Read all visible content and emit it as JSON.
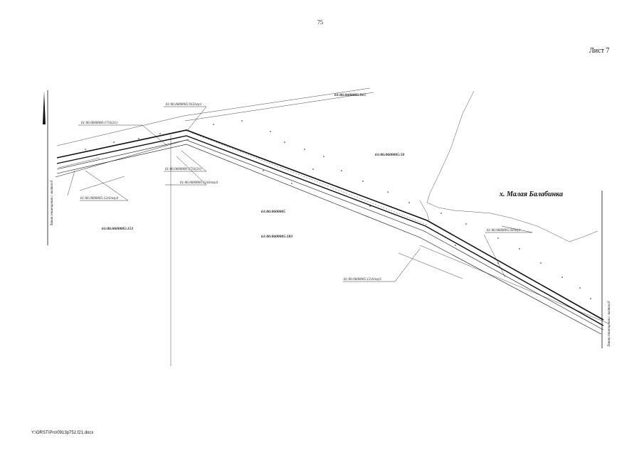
{
  "page_number": "75",
  "sheet_label": "Лист 7",
  "file_path": "Y:\\ORST\\Pro\\0913p752.f21.docx",
  "place_name": "х. Малая Балабинка",
  "match_lines": {
    "left": "Линия совмещения с листом 6",
    "right": "Линия совмещения с листом 8"
  },
  "cadastral_labels": {
    "top_915": "61:06:0600005:915",
    "c50": "61:06:0600005:50",
    "q_0600005": "61:06:0600005",
    "c153": "61:06:0600005:153",
    "c183": "61:06:0600005:183",
    "c915_chzu1": "61:06:0600005:915/чзу1",
    "c1731_left": "61:06:0600000:1731(31)",
    "c1731_mid": "61:06:0600000:1731(31)",
    "c1216_chzu4_left": "61:06:0600005:1216/чзу4",
    "c1216_chzu4_mid": "61:06:0600005:1216/чзу4",
    "c1216_chzu5": "61:06:0600005:1216/чзу5",
    "c50_chzu1": "61:06:0600005:50/чзу1"
  }
}
